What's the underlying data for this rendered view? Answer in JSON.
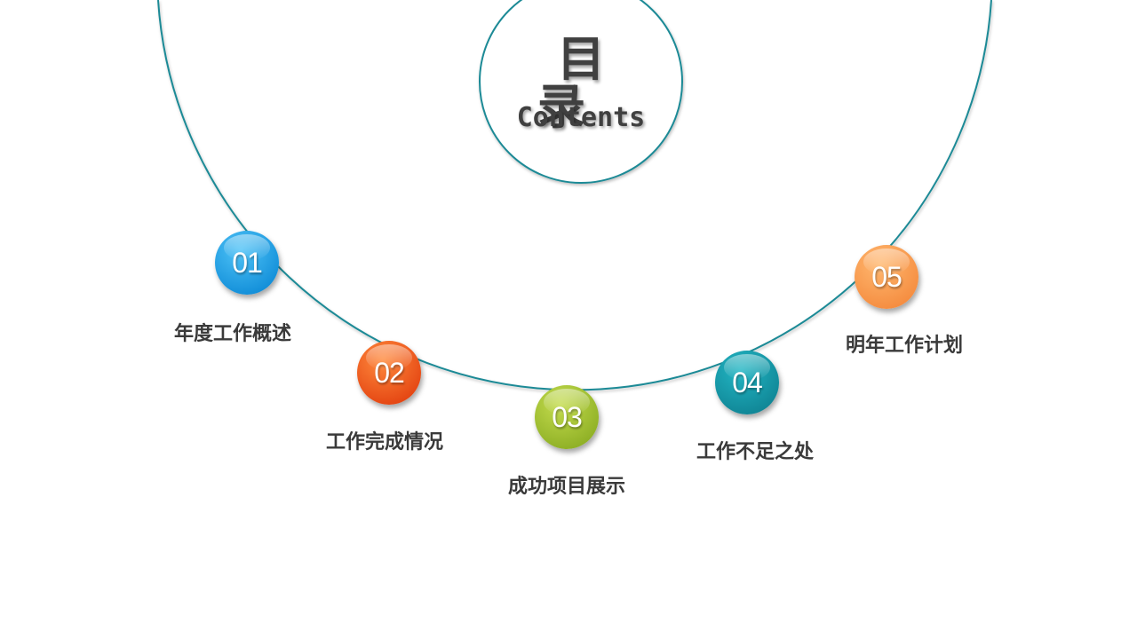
{
  "title": {
    "zh": "目 录",
    "en": "Contents"
  },
  "arc_color": "#1e8a96",
  "items": [
    {
      "num": "01",
      "label": "年度工作概述",
      "color_light": "#4fc3f7",
      "color_dark": "#0d8ad6"
    },
    {
      "num": "02",
      "label": "工作完成情况",
      "color_light": "#ff8a3d",
      "color_dark": "#e2400f"
    },
    {
      "num": "03",
      "label": "成功项目展示",
      "color_light": "#c4dc4e",
      "color_dark": "#8aac22"
    },
    {
      "num": "04",
      "label": "工作不足之处",
      "color_light": "#22b6c4",
      "color_dark": "#0f8292"
    },
    {
      "num": "05",
      "label": "明年工作计划",
      "color_light": "#ffb870",
      "color_dark": "#f4893c"
    }
  ]
}
